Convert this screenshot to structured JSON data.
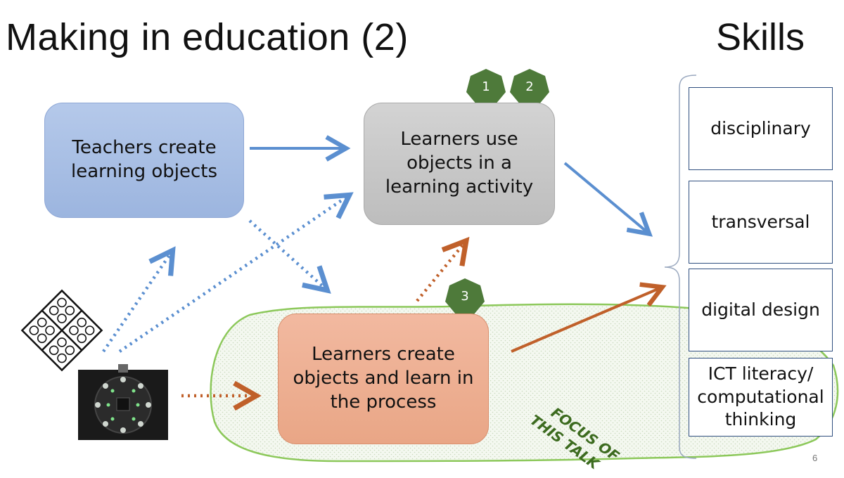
{
  "slide": {
    "title": "Making in education (2)",
    "page_number": "6"
  },
  "skills": {
    "heading": "Skills",
    "items": [
      {
        "label": "disciplinary"
      },
      {
        "label": "transversal"
      },
      {
        "label": "digital design"
      },
      {
        "label": "ICT literacy/ computational thinking"
      }
    ]
  },
  "diagram": {
    "teachers_box": "Teachers create learning objects",
    "learners_use_box": "Learners use objects in a learning activity",
    "learners_create_box": "Learners create objects and learn in the process",
    "focus_label_line1": "FOCUS OF",
    "focus_label_line2": "THIS TALK",
    "badges": [
      "1",
      "2",
      "3"
    ]
  },
  "colors": {
    "blue_arrow": "#5b8fd0",
    "orange_arrow": "#c0602a",
    "badge_green": "#4e7a3a",
    "focus_outline": "#8cc85a",
    "focus_text": "#3c6b1f"
  }
}
